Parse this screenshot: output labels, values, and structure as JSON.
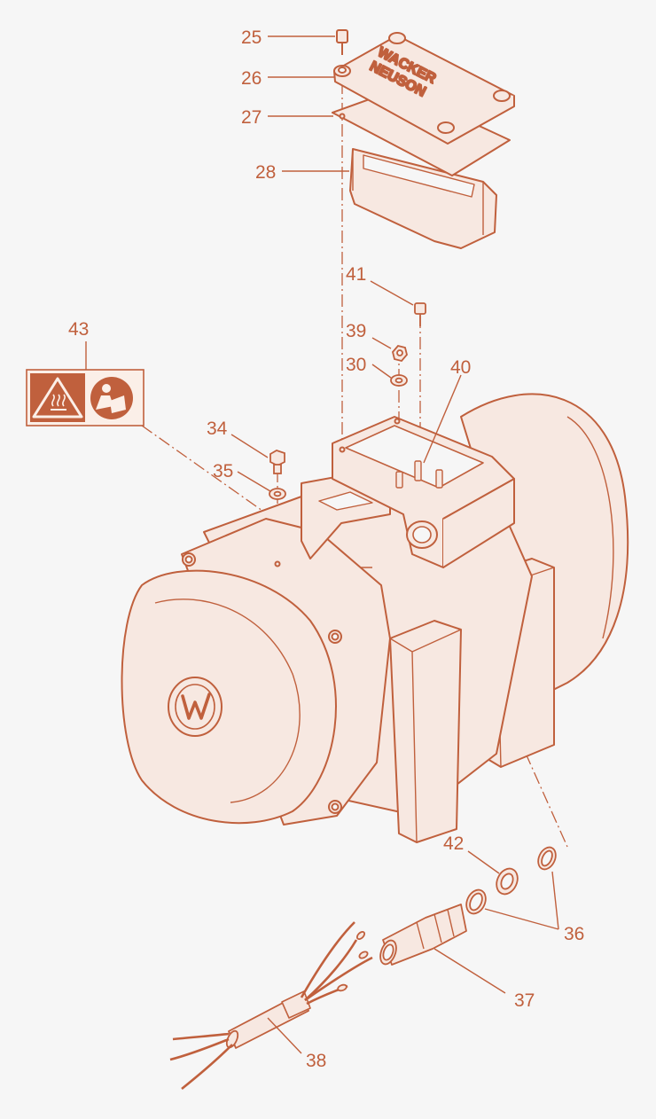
{
  "colors": {
    "accent": "#c0603d",
    "fill": "#f7e8e1",
    "background": "#f6f6f6"
  },
  "cover_brand": {
    "line1": "WACKER",
    "line2": "NEUSON"
  },
  "warning_label_icons": [
    "hot-surface-warning-icon",
    "read-manual-icon"
  ],
  "callouts": {
    "n25": "25",
    "n26": "26",
    "n27": "27",
    "n28": "28",
    "n41": "41",
    "n39": "39",
    "n30": "30",
    "n40": "40",
    "n43": "43",
    "n34": "34",
    "n35": "35",
    "n42": "42",
    "n36": "36",
    "n37": "37",
    "n38": "38"
  }
}
